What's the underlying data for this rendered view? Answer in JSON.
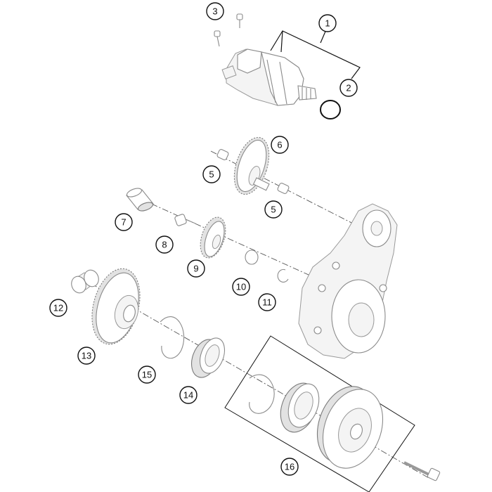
{
  "labels": {
    "l1": "1",
    "l2": "2",
    "l3": "3",
    "l5a": "5",
    "l5b": "5",
    "l6": "6",
    "l7": "7",
    "l8": "8",
    "l9": "9",
    "l10": "10",
    "l11": "11",
    "l12": "12",
    "l13": "13",
    "l14": "14",
    "l15": "15",
    "l16": "16"
  }
}
